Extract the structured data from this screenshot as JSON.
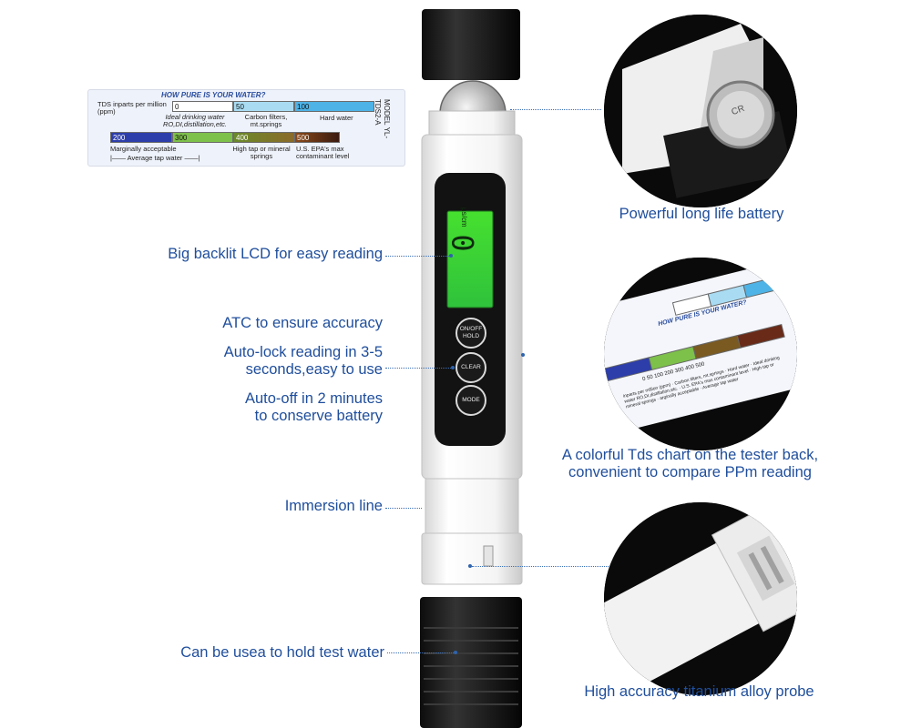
{
  "labels": {
    "lcd": "Big backlit LCD for easy reading",
    "atc": "ATC to ensure accuracy",
    "autolock_line1": "Auto-lock reading in 3-5",
    "autolock_line2": "seconds,easy to use",
    "autooff_line1": "Auto-off in 2 minutes",
    "autooff_line2": "to conserve battery",
    "immersion": "Immersion line",
    "cap": "Can be usea to hold test water",
    "battery": "Powerful long life battery",
    "chart_line1": "A colorful Tds chart on the tester back,",
    "chart_line2": "convenient to compare PPm reading",
    "probe": "High accuracy titanium alloy probe"
  },
  "card": {
    "title": "HOW PURE IS YOUR WATER?",
    "row_label": "TDS inparts per million (ppm)",
    "row1_values": [
      "0",
      "50",
      "100"
    ],
    "row1_desc": [
      "Ideal drinking water RO,DI,distillation,etc.",
      "Carbon filters, mt.springs",
      "Hard water"
    ],
    "row2_values": [
      "200",
      "300",
      "400",
      "500"
    ],
    "row2_desc": [
      "Marginally acceptable",
      "High tap or mineral springs",
      "U.S. EPA's max contaminant level"
    ],
    "range_label": "Average tap water",
    "model_line1": "MODEL",
    "model_line2": "YL-TDS2-A",
    "colors": [
      "#ffffff",
      "#9fd6f0",
      "#4fb6e8",
      "#2c3ea8",
      "#7ec64a",
      "#8a6a2a",
      "#8a2a1a"
    ]
  },
  "device": {
    "lcd_reading": "0",
    "lcd_unit": "µs/cm",
    "buttons": [
      "ON/OFF HOLD",
      "CLEAR",
      "MODE"
    ],
    "lcd_color": "#39d23a",
    "label_color": "#1f4e9c"
  },
  "inset_chart": {
    "title": "HOW PURE IS YOUR WATER?",
    "values": [
      "0",
      "50",
      "100",
      "200",
      "300",
      "400",
      "500"
    ],
    "desc_top": "Carbon filters, mt.springs",
    "desc_hard": "Hard water",
    "desc_ideal": "Ideal drinking water RO,DI,distillation,etc.",
    "desc_ppm": "inparts per million (ppm)",
    "desc_epa": "U.S. EPA's max contaminant level",
    "desc_high": "High tap or mineral springs",
    "desc_marginal": "arginally acceptable",
    "desc_avg": "Average tap water"
  },
  "battery_text": "CR"
}
